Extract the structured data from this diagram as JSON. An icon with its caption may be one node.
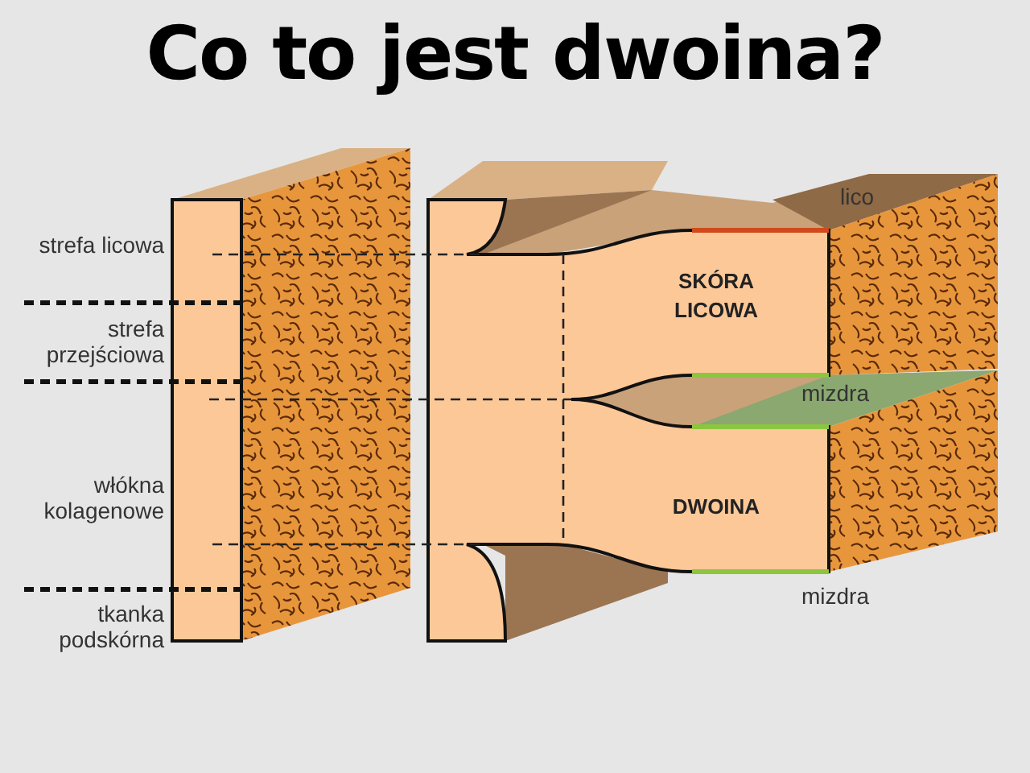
{
  "diagram": {
    "title": "Co to jest dwoina?",
    "labels": [
      "strefa licowa",
      "strefa przejściowa",
      "włókna kolagenowe",
      "tkanka podskórna",
      "lico",
      "SKÓRA LICOWA",
      "mizdra",
      "DWOINA",
      "mizdra"
    ]
  }
}
